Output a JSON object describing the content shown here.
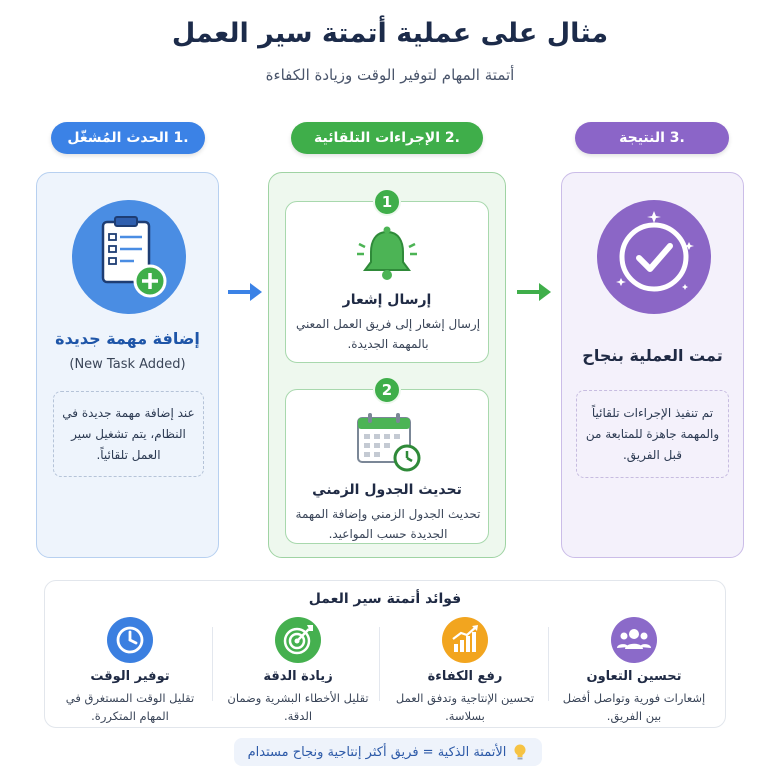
{
  "title": "مثال على عملية أتمتة سير العمل",
  "subtitle": "أتمتة المهام لتوفير الوقت وزيادة الكفاءة",
  "stages": {
    "trigger": {
      "label": ".1 الحدث المُشغّل",
      "title": "إضافة مهمة جديدة",
      "subtitle": "(New Task Added)",
      "description": "عند إضافة مهمة جديدة في النظام، يتم تشغيل سير العمل تلقائياً.",
      "color": "#3b82e6"
    },
    "automation": {
      "label": ".2 الإجراءات التلقائية",
      "color": "#3fae4a",
      "steps": [
        {
          "number": "1",
          "title": "إرسال إشعار",
          "description": "إرسال إشعار إلى فريق العمل المعني بالمهمة الجديدة.",
          "icon": "bell-icon"
        },
        {
          "number": "2",
          "title": "تحديث الجدول الزمني",
          "description": "تحديث الجدول الزمني وإضافة المهمة الجديدة حسب المواعيد.",
          "icon": "calendar-icon"
        }
      ]
    },
    "result": {
      "label": ".3 النتيجة",
      "title": "تمت العملية بنجاح",
      "description": "تم تنفيذ الإجراءات تلقائياً والمهمة جاهزة للمتابعة من قبل الفريق.",
      "color": "#8b65c8"
    }
  },
  "benefits": {
    "title": "فوائد أتمتة سير العمل",
    "items": [
      {
        "title": "تحسين التعاون",
        "description": "إشعارات فورية وتواصل أفضل بين الفريق.",
        "icon": "team-icon",
        "color": "#8b6ac9"
      },
      {
        "title": "رفع الكفاءة",
        "description": "تحسين الإنتاجية وتدفق العمل بسلاسة.",
        "icon": "chart-up-icon",
        "color": "#f2a51f"
      },
      {
        "title": "زيادة الدقة",
        "description": "تقليل الأخطاء البشرية وضمان الدقة.",
        "icon": "target-icon",
        "color": "#45b04f"
      },
      {
        "title": "توفير الوقت",
        "description": "تقليل الوقت المستغرق في المهام المتكررة.",
        "icon": "clock-icon",
        "color": "#3b7fe0"
      }
    ]
  },
  "footer": {
    "text": "الأتمتة الذكية = فريق أكثر إنتاجية ونجاح مستدام",
    "icon": "lightbulb-icon"
  }
}
